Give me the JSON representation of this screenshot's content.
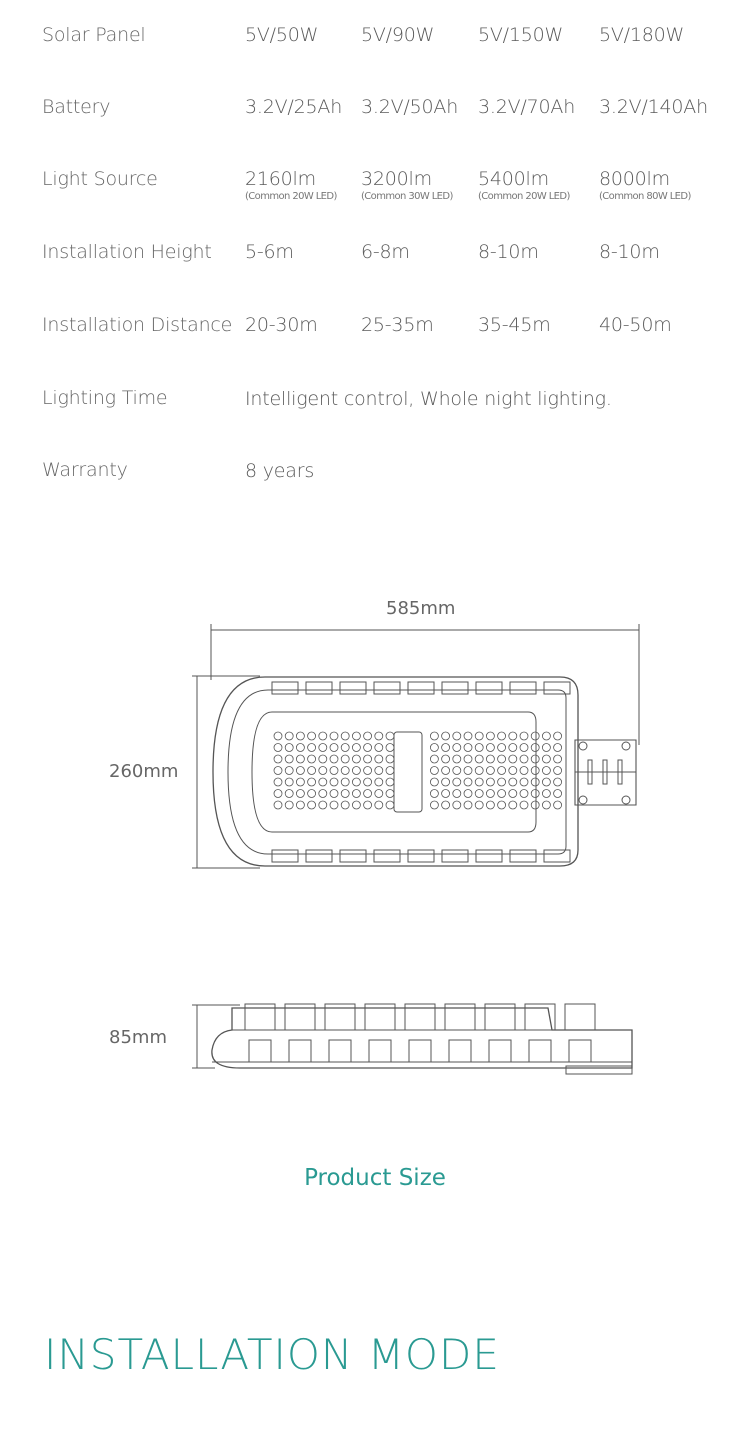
{
  "specs": {
    "rows": [
      {
        "label": "Solar Panel",
        "values": [
          "5V/50W",
          "5V/90W",
          "5V/150W",
          "5V/180W"
        ]
      },
      {
        "label": "Battery",
        "values": [
          "3.2V/25Ah",
          "3.2V/50Ah",
          "3.2V/70Ah",
          "3.2V/140Ah"
        ]
      },
      {
        "label": "Light Source",
        "values": [
          "2160lm",
          "3200lm",
          "5400lm",
          "8000lm"
        ],
        "notes": [
          "(Common 20W LED)",
          "(Common 30W LED)",
          "(Common 20W LED)",
          "(Common 80W LED)"
        ]
      },
      {
        "label": "Installation Height",
        "values": [
          "5-6m",
          "6-8m",
          "8-10m",
          "8-10m"
        ]
      },
      {
        "label": "Installation Distance",
        "values": [
          "20-30m",
          "25-35m",
          "35-45m",
          "40-50m"
        ]
      },
      {
        "label": "Lighting Time",
        "span": "Intelligent control, Whole night lighting."
      },
      {
        "label": "Warranty",
        "span": "8 years"
      }
    ]
  },
  "drawing": {
    "width_label": "585mm",
    "height_label": "260mm",
    "depth_label": "85mm"
  },
  "caption": "Product Size",
  "section_title": "INSTALLATION MODE",
  "colors": {
    "accent": "#2a9a92",
    "text": "#5a5a5a",
    "line": "#555555"
  }
}
